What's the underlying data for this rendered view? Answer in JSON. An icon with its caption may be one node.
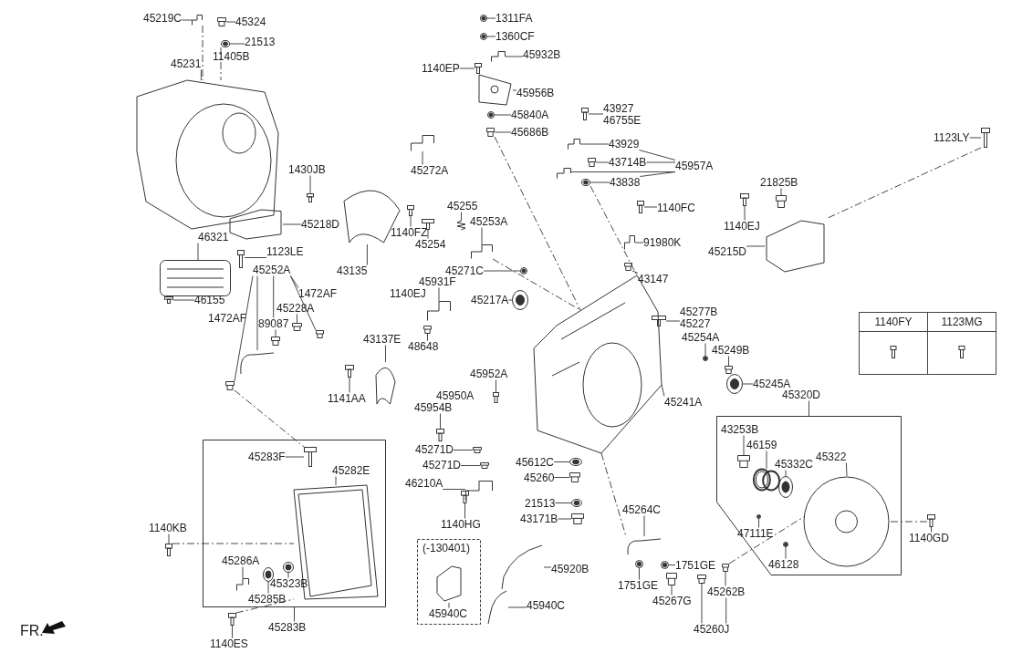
{
  "diagram": {
    "nodes": [
      {
        "text": [
          "45219C"
        ]
      },
      {
        "text": [
          "45324"
        ]
      },
      {
        "text": [
          "21513"
        ]
      },
      {
        "text": [
          "45231"
        ]
      },
      {
        "text": [
          "1311FA"
        ]
      },
      {
        "text": [
          "1360CF"
        ]
      },
      {
        "text": [
          "45932B"
        ]
      },
      {
        "text": [
          "1140EP"
        ]
      },
      {
        "text": [
          "45956B"
        ]
      },
      {
        "text": [
          "45840A"
        ]
      },
      {
        "text": [
          "45686B"
        ]
      },
      {
        "text": [
          "43927",
          "46755E"
        ]
      },
      {
        "text": [
          "43929"
        ]
      },
      {
        "text": [
          "43714B"
        ]
      },
      {
        "text": [
          "43838"
        ]
      },
      {
        "text": [
          "45957A"
        ]
      },
      {
        "text": [
          "1123LY"
        ]
      },
      {
        "text": [
          "21825B"
        ]
      },
      {
        "text": [
          "1140FC"
        ]
      },
      {
        "text": [
          "1140EJ"
        ]
      },
      {
        "text": [
          "91980K"
        ]
      },
      {
        "text": [
          "45215D"
        ]
      },
      {
        "text": [
          "45272A"
        ]
      },
      {
        "text": [
          "1430JB"
        ]
      },
      {
        "text": [
          "1140FZ"
        ]
      },
      {
        "text": [
          "45255"
        ]
      },
      {
        "text": [
          "45253A"
        ]
      },
      {
        "text": [
          "45254"
        ]
      },
      {
        "text": [
          "45218D"
        ]
      },
      {
        "text": [
          "43135"
        ]
      },
      {
        "text": [
          "46321"
        ]
      },
      {
        "text": [
          "1123LE"
        ]
      },
      {
        "text": [
          "45252A"
        ]
      },
      {
        "text": [
          "1472AF"
        ]
      },
      {
        "text": [
          "45228A"
        ]
      },
      {
        "text": [
          "89087"
        ]
      },
      {
        "text": [
          "46155"
        ]
      },
      {
        "text": [
          "45931F"
        ]
      },
      {
        "text": [
          "48648"
        ]
      },
      {
        "text": [
          "45271C"
        ]
      },
      {
        "text": [
          "45217A"
        ]
      },
      {
        "text": [
          "43147"
        ]
      },
      {
        "text": [
          "45277B",
          "45227"
        ]
      },
      {
        "text": [
          "45254A"
        ]
      },
      {
        "text": [
          "45249B"
        ]
      },
      {
        "text": [
          "45245A"
        ]
      },
      {
        "text": [
          "45241A"
        ]
      },
      {
        "text": [
          "43137E"
        ]
      },
      {
        "text": [
          "1141AA"
        ]
      },
      {
        "text": [
          "45952A"
        ]
      },
      {
        "text": [
          "45954B"
        ]
      },
      {
        "text": [
          "45271D"
        ]
      },
      {
        "text": [
          "45271D"
        ]
      },
      {
        "text": [
          "46210A"
        ]
      },
      {
        "text": [
          "1140HG"
        ]
      },
      {
        "text": [
          "45612C"
        ]
      },
      {
        "text": [
          "45260"
        ]
      },
      {
        "text": [
          "21513"
        ]
      },
      {
        "text": [
          "43171B"
        ]
      },
      {
        "text": [
          "45264C"
        ]
      },
      {
        "text": [
          "1751GE"
        ]
      },
      {
        "text": [
          "1751GE"
        ]
      },
      {
        "text": [
          "45267G"
        ]
      },
      {
        "text": [
          "45262B"
        ]
      },
      {
        "text": [
          "45260J"
        ]
      },
      {
        "text": [
          "45920B"
        ]
      },
      {
        "text": [
          "45940C"
        ]
      },
      {
        "text": [
          "(-130401)"
        ]
      },
      {
        "text": [
          "45940C"
        ],
        "in": 67
      },
      {
        "text": [],
        "shape": "box"
      },
      {
        "text": [
          "45283F"
        ],
        "in": 69
      },
      {
        "text": [
          "45282E"
        ],
        "in": 69
      },
      {
        "text": [
          "45286A"
        ],
        "in": 69
      },
      {
        "text": [
          "45323B"
        ],
        "in": 69
      },
      {
        "text": [
          "45285B"
        ],
        "in": 69
      },
      {
        "text": [
          "45283B"
        ]
      },
      {
        "text": [
          "1140KB"
        ]
      },
      {
        "text": [
          "1140ES"
        ]
      },
      {
        "text": [],
        "shape": "box"
      },
      {
        "text": [
          "45320D"
        ]
      },
      {
        "text": [
          "43253B"
        ],
        "in": 78
      },
      {
        "text": [
          "46159"
        ],
        "in": 78
      },
      {
        "text": [
          "45332C"
        ],
        "in": 78
      },
      {
        "text": [
          "45322"
        ],
        "in": 78
      },
      {
        "text": [
          "47111E"
        ],
        "in": 78
      },
      {
        "text": [
          "46128"
        ],
        "in": 78
      },
      {
        "text": [
          "1140GD"
        ]
      },
      {
        "text": [],
        "shape": "picture"
      },
      {
        "text": [],
        "shape": "picture"
      },
      {
        "text": [],
        "shape": "picture"
      },
      {
        "text": [],
        "shape": "picture"
      },
      {
        "text": [],
        "shape": "picture"
      },
      {
        "text": [],
        "shape": "picture"
      },
      {
        "text": [],
        "shape": "picture"
      },
      {
        "text": [],
        "shape": "picture"
      },
      {
        "text": [],
        "shape": "picture"
      },
      {
        "text": [],
        "shape": "picture"
      },
      {
        "text": [],
        "shape": "picture"
      },
      {
        "text": [],
        "shape": "picture"
      },
      {
        "text": [],
        "shape": "picture"
      },
      {
        "text": [],
        "shape": "picture"
      },
      {
        "text": [],
        "shape": "picture"
      },
      {
        "text": [],
        "shape": "picture"
      },
      {
        "text": [],
        "shape": "picture"
      },
      {
        "text": [],
        "shape": "picture"
      },
      {
        "text": [],
        "shape": "picture"
      },
      {
        "text": [],
        "shape": "picture"
      },
      {
        "text": [],
        "shape": "picture"
      },
      {
        "text": [],
        "shape": "picture"
      },
      {
        "text": [],
        "shape": "picture"
      },
      {
        "text": [],
        "shape": "picture"
      },
      {
        "text": [],
        "shape": "picture"
      },
      {
        "text": [],
        "shape": "picture"
      },
      {
        "text": [],
        "shape": "picture"
      },
      {
        "text": [],
        "shape": "picture"
      },
      {
        "text": [],
        "shape": "picture"
      },
      {
        "text": [],
        "shape": "picture"
      },
      {
        "text": [],
        "shape": "picture"
      },
      {
        "text": [],
        "shape": "picture"
      },
      {
        "text": [],
        "shape": "picture"
      },
      {
        "text": [],
        "shape": "picture"
      },
      {
        "text": [],
        "shape": "picture"
      },
      {
        "text": [],
        "shape": "picture"
      },
      {
        "text": [],
        "shape": "picture"
      },
      {
        "text": [],
        "shape": "picture"
      },
      {
        "text": [],
        "shape": "picture"
      },
      {
        "text": [],
        "shape": "picture"
      },
      {
        "text": [],
        "shape": "picture"
      },
      {
        "text": [],
        "shape": "picture"
      },
      {
        "text": [],
        "shape": "picture"
      },
      {
        "text": [],
        "shape": "picture"
      },
      {
        "text": [],
        "shape": "picture"
      },
      {
        "text": [],
        "shape": "picture"
      },
      {
        "text": [],
        "shape": "picture"
      },
      {
        "text": [],
        "shape": "picture"
      },
      {
        "text": [],
        "shape": "picture"
      },
      {
        "text": [],
        "shape": "picture"
      },
      {
        "text": [],
        "shape": "picture"
      },
      {
        "text": [],
        "shape": "picture"
      },
      {
        "text": [],
        "shape": "picture"
      },
      {
        "text": [],
        "shape": "picture"
      },
      {
        "text": [],
        "shape": "picture"
      },
      {
        "text": [],
        "shape": "picture"
      },
      {
        "text": [],
        "shape": "picture"
      },
      {
        "text": [],
        "shape": "picture"
      },
      {
        "text": [],
        "shape": "picture"
      },
      {
        "text": [],
        "shape": "picture"
      },
      {
        "text": [],
        "shape": "picture"
      },
      {
        "text": [],
        "shape": "picture"
      },
      {
        "text": [],
        "shape": "picture"
      },
      {
        "text": [],
        "shape": "picture"
      },
      {
        "text": [],
        "shape": "picture"
      },
      {
        "text": [],
        "shape": "picture"
      },
      {
        "text": [],
        "shape": "picture"
      },
      {
        "text": [],
        "shape": "picture"
      },
      {
        "text": [],
        "shape": "picture",
        "in": 67
      },
      {
        "text": [],
        "shape": "picture",
        "in": 69
      },
      {
        "text": [],
        "shape": "picture",
        "in": 69
      },
      {
        "text": [],
        "shape": "picture",
        "in": 69
      },
      {
        "text": [],
        "shape": "picture",
        "in": 69
      },
      {
        "text": [],
        "shape": "picture",
        "in": 69
      },
      {
        "text": [],
        "shape": "picture"
      },
      {
        "text": [],
        "shape": "picture"
      },
      {
        "text": [],
        "shape": "picture",
        "in": 78
      },
      {
        "text": [],
        "shape": "picture",
        "in": 78
      },
      {
        "text": [],
        "shape": "picture",
        "in": 78
      },
      {
        "text": [],
        "shape": "picture",
        "in": 78
      },
      {
        "text": [],
        "shape": "picture",
        "in": 78
      },
      {
        "text": [],
        "shape": "picture",
        "in": 78
      },
      {
        "text": [],
        "shape": "picture"
      }
    ],
    "edges": [
      {
        "from": 0,
        "to": 87,
        "arrow": "none"
      },
      {
        "from": 1,
        "to": 88,
        "arrow": "none"
      },
      {
        "from": 2,
        "to": 89,
        "arrow": "none"
      },
      {
        "from": 3,
        "to": 90,
        "arrow": "none"
      },
      {
        "from": 4,
        "to": 91,
        "arrow": "none"
      },
      {
        "from": 5,
        "to": 92,
        "arrow": "none"
      },
      {
        "from": 6,
        "to": 93,
        "arrow": "none"
      },
      {
        "from": 7,
        "to": 94,
        "arrow": "none"
      },
      {
        "from": 8,
        "to": 95,
        "arrow": "none"
      },
      {
        "from": 9,
        "to": 96,
        "arrow": "none"
      },
      {
        "from": 10,
        "to": 97,
        "arrow": "none"
      },
      {
        "from": 11,
        "to": 98,
        "arrow": "none"
      },
      {
        "from": 12,
        "to": 99,
        "arrow": "none"
      },
      {
        "from": 13,
        "to": 100,
        "arrow": "none"
      },
      {
        "from": 14,
        "to": 101,
        "arrow": "none"
      },
      {
        "from": 15,
        "to": 12,
        "arrow": "none"
      },
      {
        "from": 15,
        "to": 13,
        "arrow": "none"
      },
      {
        "from": 15,
        "to": 14,
        "arrow": "none"
      },
      {
        "from": 15,
        "to": 102,
        "arrow": "none"
      },
      {
        "from": 16,
        "to": 103,
        "arrow": "none"
      },
      {
        "from": 17,
        "to": 104,
        "arrow": "none"
      },
      {
        "from": 18,
        "to": 105,
        "arrow": "none"
      },
      {
        "from": 19,
        "to": 106,
        "arrow": "none"
      },
      {
        "from": 20,
        "to": 107,
        "arrow": "none"
      },
      {
        "from": 21,
        "to": 108,
        "arrow": "none"
      },
      {
        "from": 22,
        "to": 109,
        "arrow": "none"
      },
      {
        "from": 23,
        "to": 110,
        "arrow": "none"
      },
      {
        "from": 24,
        "to": 111,
        "arrow": "none"
      },
      {
        "from": 25,
        "to": 112,
        "arrow": "none"
      },
      {
        "from": 26,
        "to": 113,
        "arrow": "none"
      },
      {
        "from": 27,
        "to": 114,
        "arrow": "none"
      },
      {
        "from": 28,
        "to": 115,
        "arrow": "none"
      },
      {
        "from": 29,
        "to": 116,
        "arrow": "none"
      },
      {
        "from": 30,
        "to": 117,
        "arrow": "none"
      },
      {
        "from": 31,
        "to": 118,
        "arrow": "none"
      },
      {
        "from": 32,
        "to": 119,
        "arrow": "none"
      },
      {
        "from": 32,
        "to": 120,
        "arrow": "none"
      },
      {
        "from": 32,
        "to": 35,
        "arrow": "none"
      },
      {
        "from": 32,
        "to": 33,
        "arrow": "none"
      },
      {
        "from": 32,
        "to": 121,
        "arrow": "none"
      },
      {
        "from": 34,
        "to": 122,
        "arrow": "none"
      },
      {
        "from": 35,
        "to": 123,
        "arrow": "none"
      },
      {
        "from": 36,
        "to": 124,
        "arrow": "none"
      },
      {
        "from": 37,
        "to": 125,
        "arrow": "none"
      },
      {
        "from": 38,
        "to": 126,
        "arrow": "none"
      },
      {
        "from": 39,
        "to": 127,
        "arrow": "none"
      },
      {
        "from": 40,
        "to": 128,
        "arrow": "none"
      },
      {
        "from": 41,
        "to": 129,
        "arrow": "none"
      },
      {
        "from": 42,
        "to": 130,
        "arrow": "none"
      },
      {
        "from": 43,
        "to": 131,
        "arrow": "none"
      },
      {
        "from": 44,
        "to": 132,
        "arrow": "none"
      },
      {
        "from": 45,
        "to": 133,
        "arrow": "none"
      },
      {
        "from": 46,
        "to": 134,
        "arrow": "none"
      },
      {
        "from": 47,
        "to": 135,
        "arrow": "none"
      },
      {
        "from": 48,
        "to": 136,
        "arrow": "none"
      },
      {
        "from": 49,
        "to": 137,
        "arrow": "none"
      },
      {
        "from": 50,
        "to": 138,
        "arrow": "none"
      },
      {
        "from": 51,
        "to": 139,
        "arrow": "none"
      },
      {
        "from": 52,
        "to": 140,
        "arrow": "none"
      },
      {
        "from": 53,
        "to": 141,
        "arrow": "none"
      },
      {
        "from": 54,
        "to": 142,
        "arrow": "none"
      },
      {
        "from": 55,
        "to": 143,
        "arrow": "none"
      },
      {
        "from": 56,
        "to": 144,
        "arrow": "none"
      },
      {
        "from": 57,
        "to": 145,
        "arrow": "none"
      },
      {
        "from": 58,
        "to": 146,
        "arrow": "none"
      },
      {
        "from": 59,
        "to": 147,
        "arrow": "none"
      },
      {
        "from": 60,
        "to": 148,
        "arrow": "none"
      },
      {
        "from": 61,
        "to": 149,
        "arrow": "none"
      },
      {
        "from": 62,
        "to": 150,
        "arrow": "none"
      },
      {
        "from": 63,
        "to": 151,
        "arrow": "none"
      },
      {
        "from": 64,
        "to": 152,
        "arrow": "none"
      },
      {
        "from": 64,
        "to": 63,
        "arrow": "none"
      },
      {
        "from": 65,
        "to": 153,
        "arrow": "none"
      },
      {
        "from": 66,
        "to": 154,
        "arrow": "none"
      },
      {
        "from": 68,
        "to": 155,
        "arrow": "none"
      },
      {
        "from": 70,
        "to": 156,
        "arrow": "none"
      },
      {
        "from": 71,
        "to": 157,
        "arrow": "none"
      },
      {
        "from": 72,
        "to": 158,
        "arrow": "none"
      },
      {
        "from": 73,
        "to": 159,
        "arrow": "none"
      },
      {
        "from": 74,
        "to": 160,
        "arrow": "none"
      },
      {
        "from": 75,
        "to": 69,
        "arrow": "none"
      },
      {
        "from": 76,
        "to": 161,
        "arrow": "none"
      },
      {
        "from": 77,
        "to": 162,
        "arrow": "none"
      },
      {
        "from": 79,
        "to": 78,
        "arrow": "none"
      },
      {
        "from": 80,
        "to": 163,
        "arrow": "none"
      },
      {
        "from": 81,
        "to": 164,
        "arrow": "none"
      },
      {
        "from": 82,
        "to": 165,
        "arrow": "none"
      },
      {
        "from": 83,
        "to": 166,
        "arrow": "none"
      },
      {
        "from": 84,
        "to": 167,
        "arrow": "none"
      },
      {
        "from": 85,
        "to": 168,
        "arrow": "none"
      },
      {
        "from": 86,
        "to": 169,
        "arrow": "none"
      },
      {
        "from": 87,
        "to": 90,
        "arrow": "none",
        "style": "dashed"
      },
      {
        "from": 89,
        "to": 90,
        "arrow": "none",
        "style": "dashed"
      },
      {
        "from": 97,
        "to": 134,
        "arrow": "none",
        "style": "dashed"
      },
      {
        "from": 101,
        "to": 134,
        "arrow": "none",
        "style": "dashed"
      },
      {
        "from": 103,
        "to": 108,
        "arrow": "none",
        "style": "dashed"
      },
      {
        "from": 113,
        "to": 134,
        "arrow": "none",
        "style": "dashed"
      },
      {
        "from": 119,
        "to": 156,
        "arrow": "none",
        "style": "dashed"
      },
      {
        "from": 134,
        "to": 147,
        "arrow": "none",
        "style": "dashed"
      },
      {
        "from": 161,
        "to": 157,
        "arrow": "none",
        "style": "dashed"
      },
      {
        "from": 162,
        "to": 157,
        "arrow": "none",
        "style": "dashed"
      },
      {
        "from": 151,
        "to": 166,
        "arrow": "none",
        "style": "dashed"
      },
      {
        "from": 169,
        "to": 166,
        "arrow": "none",
        "style": "dashed"
      }
    ],
    "labels": [
      "11405B",
      "1472AF",
      "1140EJ",
      "45950A",
      "1140FY",
      "1123MG",
      "FR."
    ]
  }
}
